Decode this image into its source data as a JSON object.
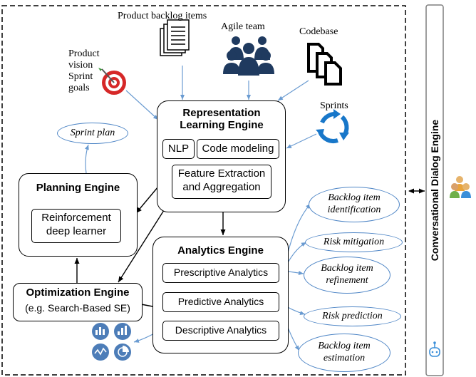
{
  "inputs": {
    "product_backlog_items": "Product backlog items",
    "agile_team": "Agile team",
    "codebase": "Codebase",
    "product_vision": "Product vision Sprint goals",
    "sprints": "Sprints"
  },
  "representation_engine": {
    "title": "Representation Learning Engine",
    "nlp": "NLP",
    "code_modeling": "Code modeling",
    "feature": "Feature Extraction and Aggregation"
  },
  "planning_engine": {
    "title": "Planning Engine",
    "learner": "Reinforcement deep learner"
  },
  "sprint_plan": "Sprint plan",
  "optimization_engine": {
    "title": "Optimization Engine",
    "subtitle": "(e.g. Search-Based SE)"
  },
  "analytics_engine": {
    "title": "Analytics Engine",
    "prescriptive": "Prescriptive Analytics",
    "predictive": "Predictive Analytics",
    "descriptive": "Descriptive Analytics"
  },
  "outputs": {
    "backlog_identification": "Backlog item identification",
    "risk_mitigation": "Risk mitigation",
    "backlog_refinement": "Backlog item refinement",
    "risk_prediction": "Risk prediction",
    "backlog_estimation": "Backlog item estimation"
  },
  "dialog_engine": "Conversational Dialog Engine",
  "colors": {
    "arrow_blue": "#6a9bd1",
    "ellipse_border": "#4f86c6",
    "icon_navy": "#1f3a5f",
    "target_red": "#d62828",
    "sprint_blue": "#1877c9"
  },
  "icons": [
    "document-stack-icon",
    "team-icon",
    "codebase-icon",
    "target-icon",
    "sprint-cycle-icon",
    "chart-icons",
    "users-icon",
    "robot-icon"
  ]
}
